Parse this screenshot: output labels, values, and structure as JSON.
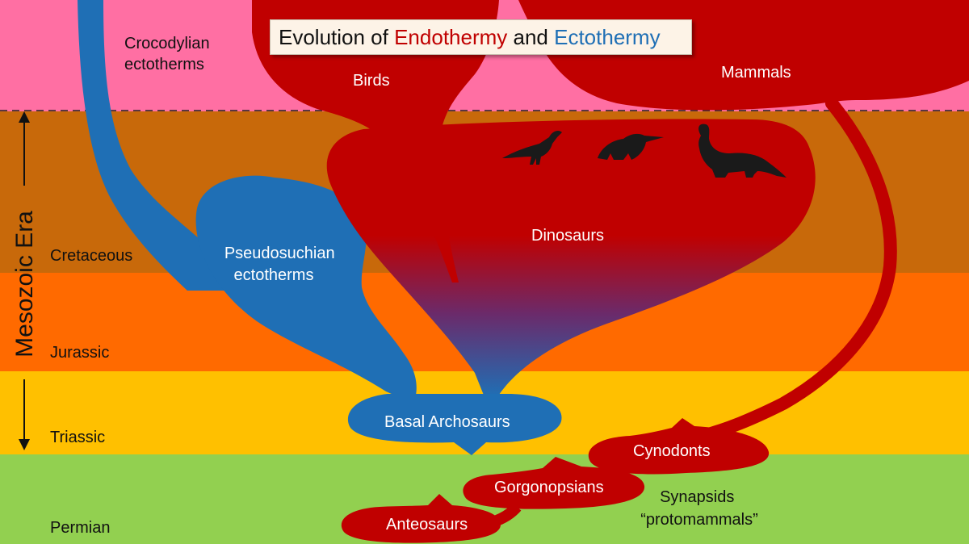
{
  "title": {
    "prefix": "Evolution of ",
    "endothermy": "Endothermy",
    "middle": " and ",
    "ectothermy": "Ectothermy"
  },
  "era_label": "Mesozoic Era",
  "periods": {
    "cretaceous": "Cretaceous",
    "jurassic": "Jurassic",
    "triassic": "Triassic",
    "permian": "Permian"
  },
  "groups": {
    "crocodylian": [
      "Crocodylian",
      "ectotherms"
    ],
    "birds": "Birds",
    "mammals": "Mammals",
    "pseudosuchian": [
      "Pseudosuchian",
      "ectotherms"
    ],
    "dinosaurs": "Dinosaurs",
    "basal_archosaurs": "Basal Archosaurs",
    "cynodonts": "Cynodonts",
    "gorgonopsians": "Gorgonopsians",
    "anteosaurs": "Anteosaurs",
    "synapsids": [
      "Synapsids",
      "“protomammals”"
    ]
  },
  "colors": {
    "endotherm_red": "#c00000",
    "ectotherm_blue": "#1f6fb5",
    "band_top": "#ff6fa3",
    "band_cretaceous": "#c8690a",
    "band_jurassic": "#ff6a00",
    "band_triassic": "#ffc000",
    "band_permian": "#92d050"
  },
  "icons": [
    "theropod-silhouette-icon",
    "triceratops-silhouette-icon",
    "sauropod-silhouette-icon"
  ]
}
